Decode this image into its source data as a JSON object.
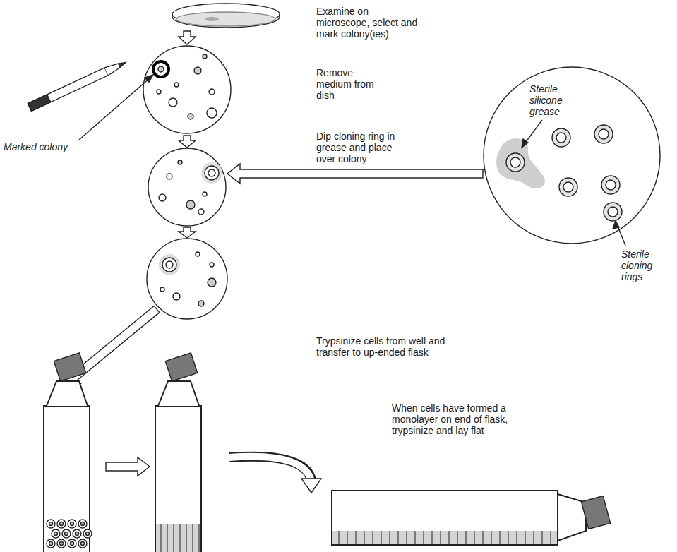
{
  "diagram": {
    "labels": [
      "Examine on microscope, select and mark colony(ies)",
      "Remove medium from dish",
      "Marked colony",
      "Dip cloning ring in grease and place over colony",
      "Sterile silicone grease",
      "Sterile cloning rings",
      "Trypsinize cells from well and transfer to up-ended flask",
      "When cells have formed a monolayer on end of flask, trypsinize and lay flat"
    ]
  }
}
